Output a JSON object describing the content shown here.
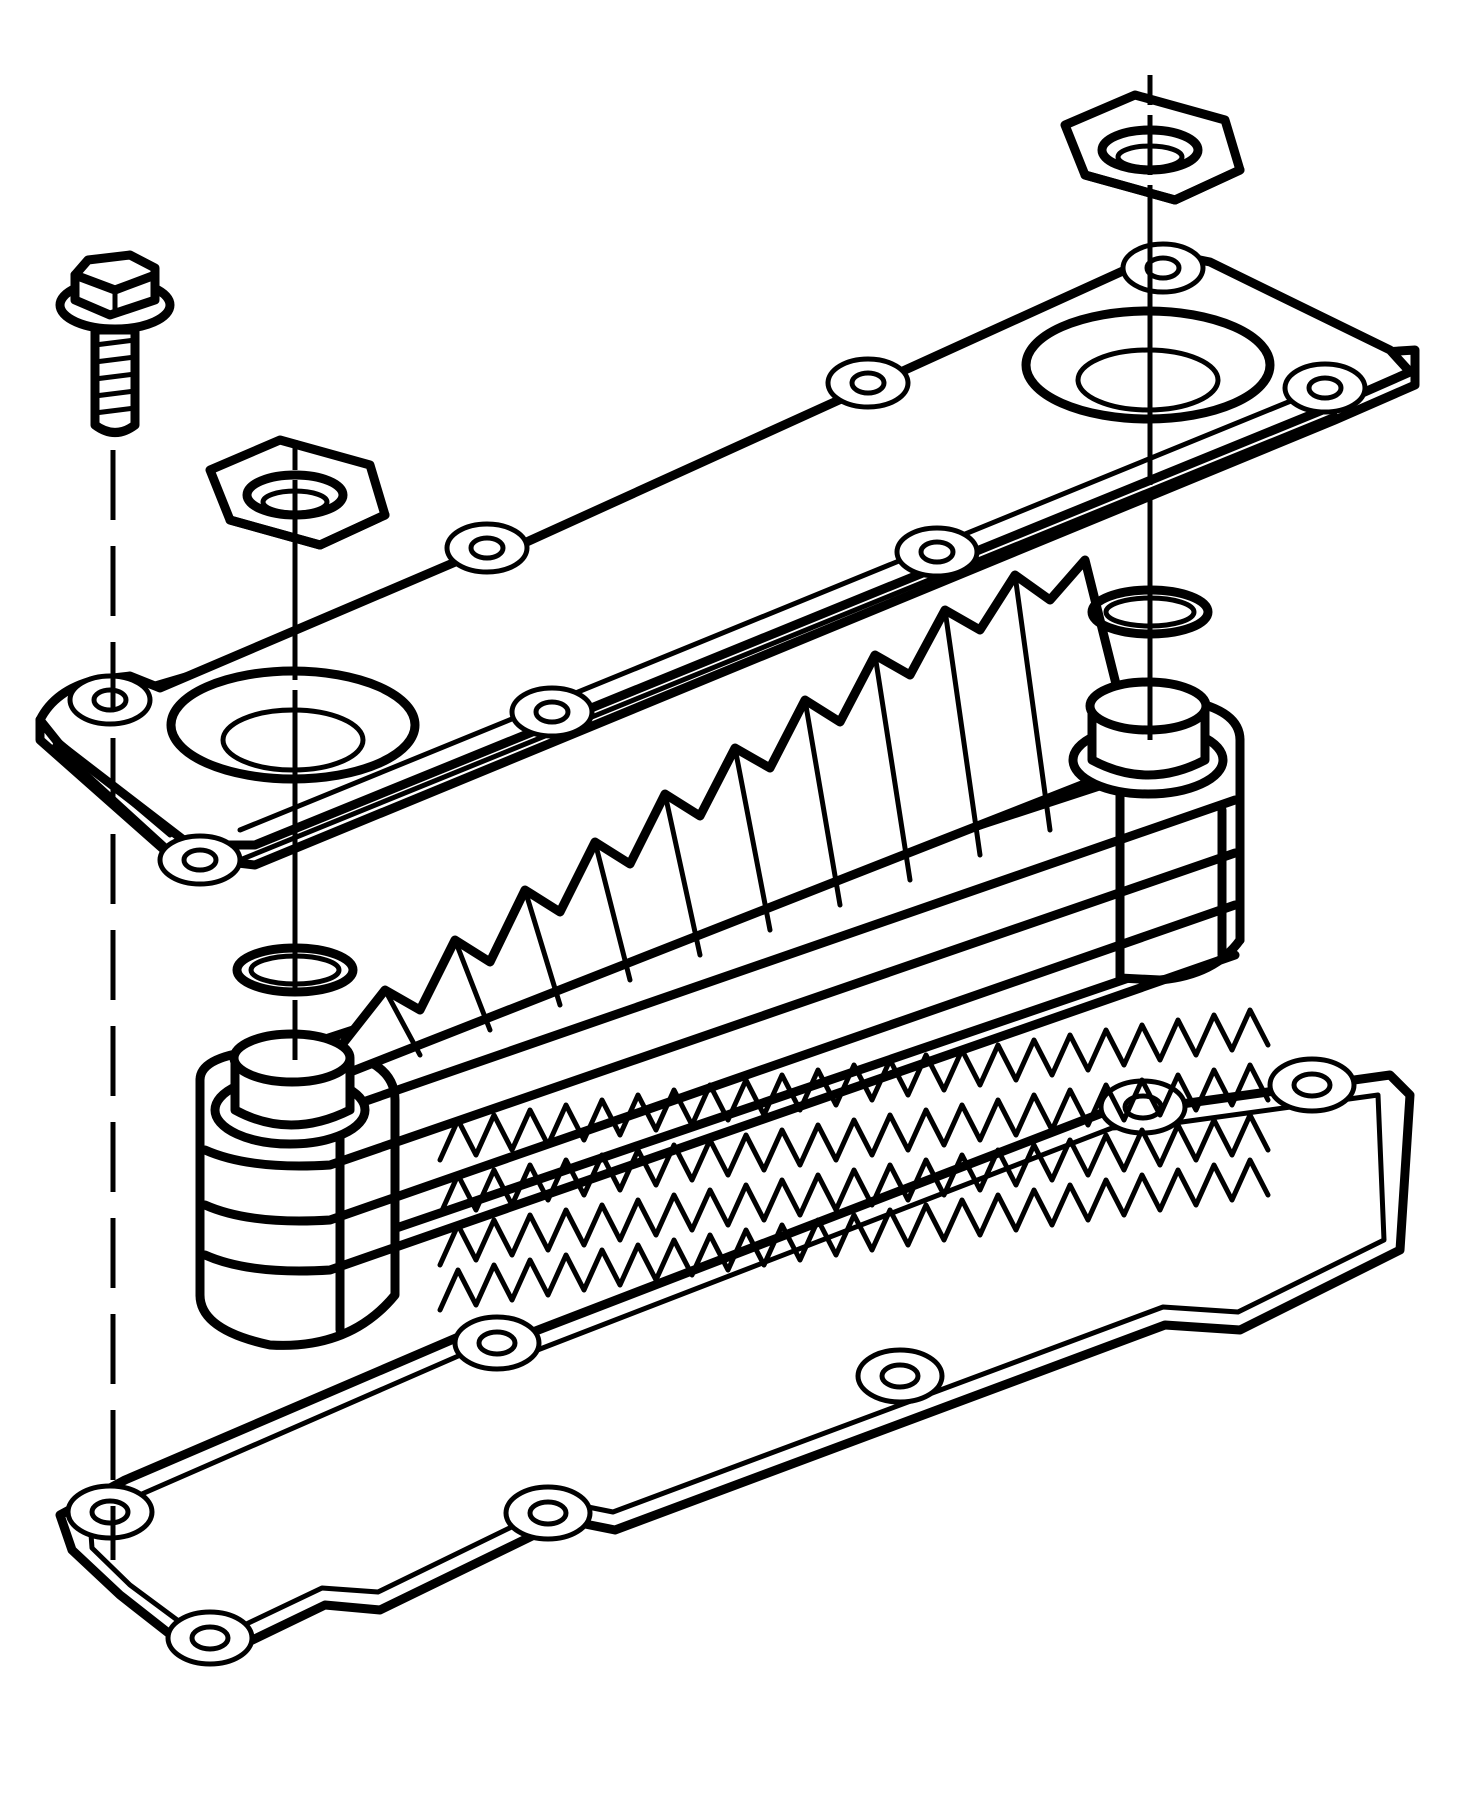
{
  "figure": {
    "type": "exploded-view line drawing",
    "parts": [
      {
        "id": "bolt",
        "icon": "flange-bolt"
      },
      {
        "id": "nut-left",
        "icon": "hex-nut"
      },
      {
        "id": "nut-right",
        "icon": "hex-nut"
      },
      {
        "id": "cover-plate",
        "icon": "mounting-plate"
      },
      {
        "id": "o-ring-left",
        "icon": "o-ring"
      },
      {
        "id": "o-ring-right",
        "icon": "o-ring"
      },
      {
        "id": "cooler-core",
        "icon": "finned-cooler-core",
        "plates": 4
      },
      {
        "id": "gasket",
        "icon": "gasket"
      }
    ],
    "colors": {
      "line": "#000000",
      "background": "#ffffff"
    }
  }
}
